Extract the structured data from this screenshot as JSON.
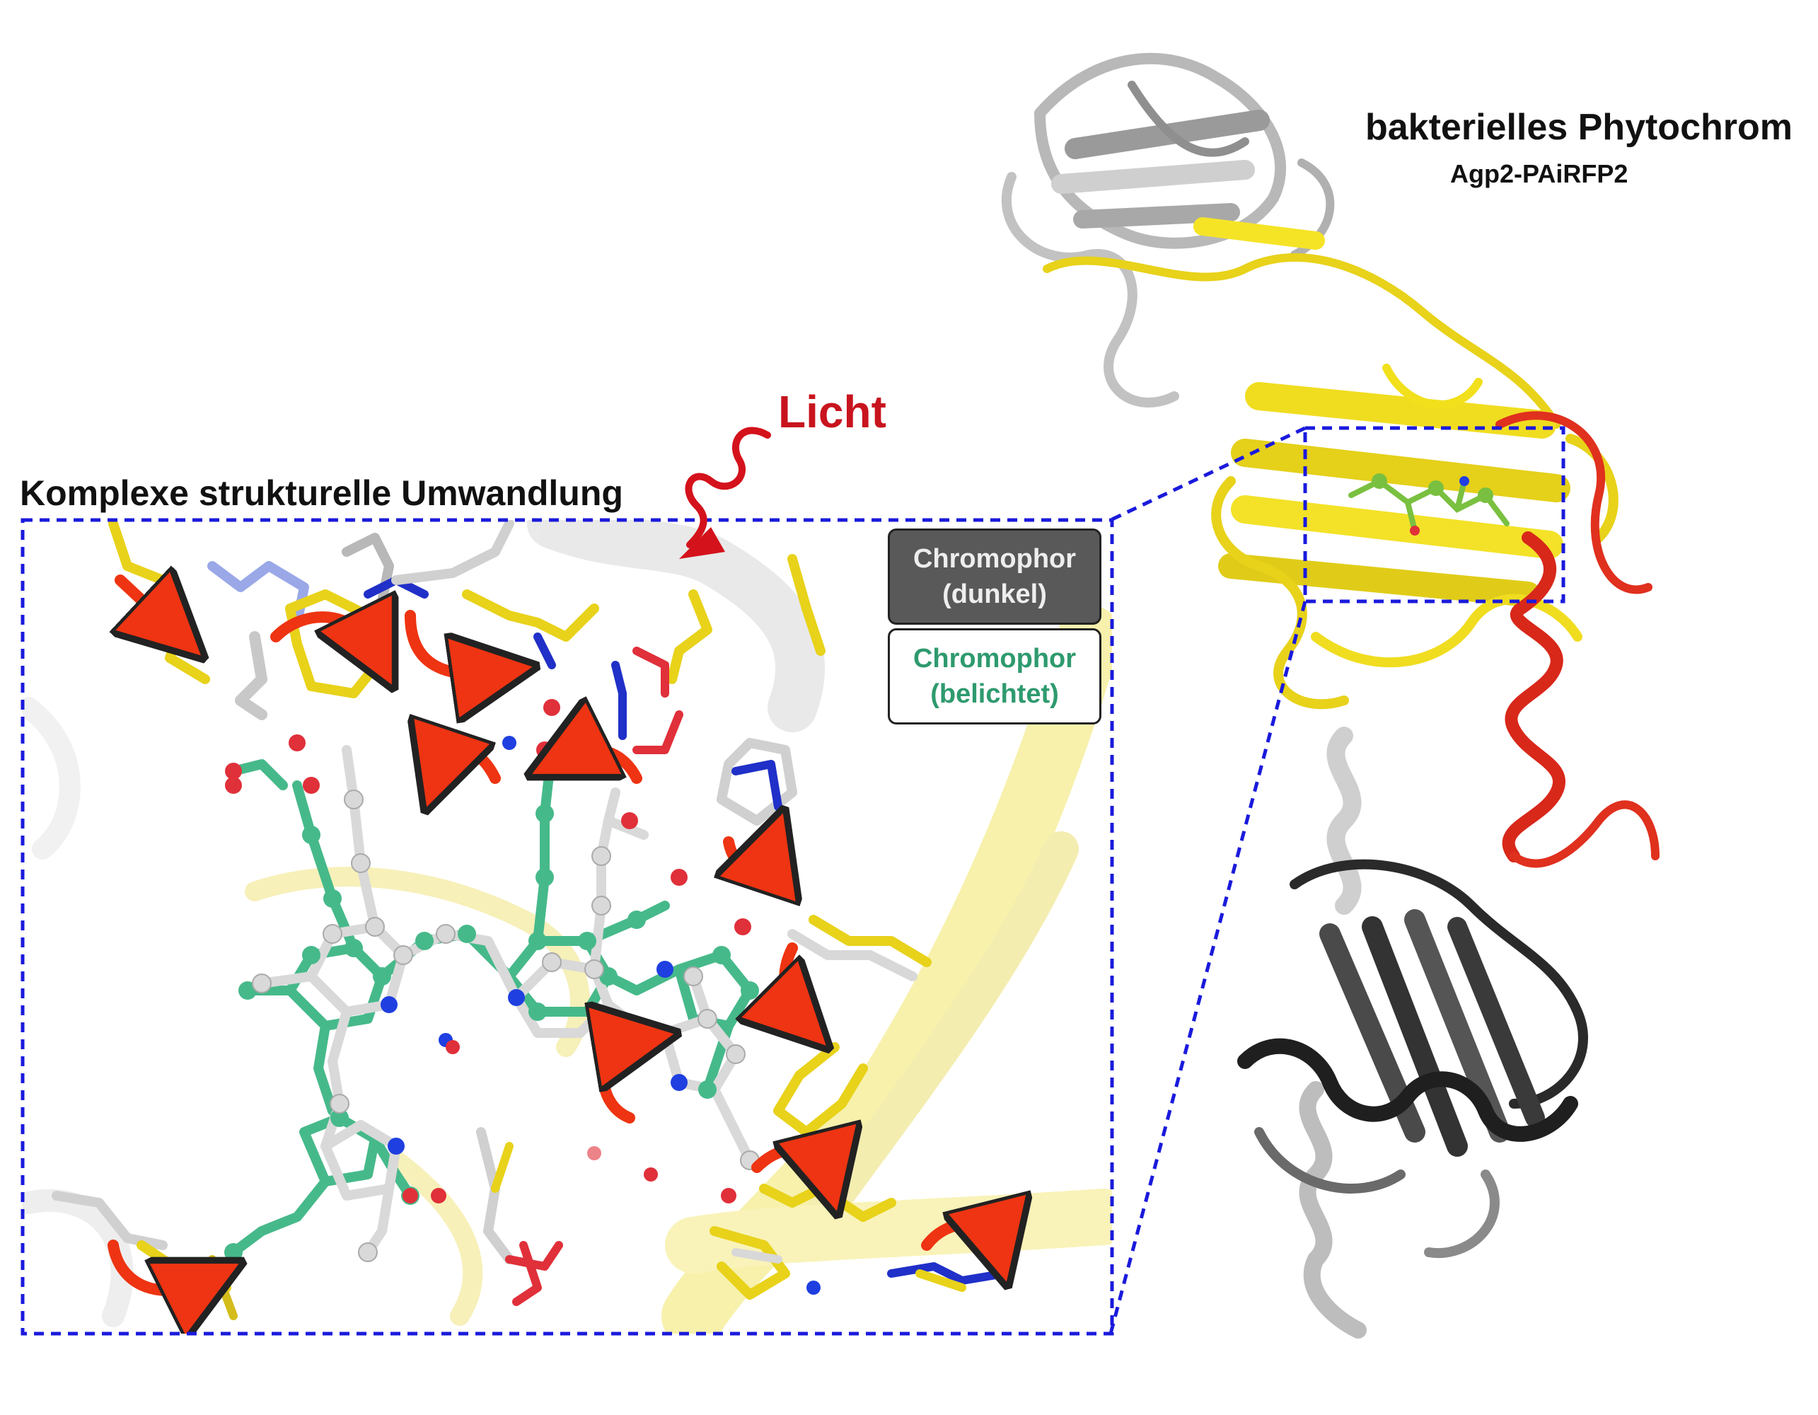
{
  "figure": {
    "title": "bakterielles Phytochrom",
    "subtitle": "Agp2-PAiRFP2",
    "light_label": "Licht",
    "inset_title": "Komplexe strukturelle Umwandlung"
  },
  "legend": {
    "dark_line1": "Chromophor",
    "dark_line2": "(dunkel)",
    "light_line1": "Chromophor",
    "light_line2": "(belichtet)"
  },
  "colors": {
    "protein_yellow": "#f2e01c",
    "protein_grey": "#c8c8c8",
    "protein_dark": "#2a2a2a",
    "helix_red": "#e0301e",
    "chromophore_dark": "#d9d9d9",
    "chromophore_light": "#46b98a",
    "nitrogen": "#1f3fe0",
    "oxygen": "#e0303a",
    "arrow": "#ee3412",
    "frame": "#1a1adc"
  }
}
